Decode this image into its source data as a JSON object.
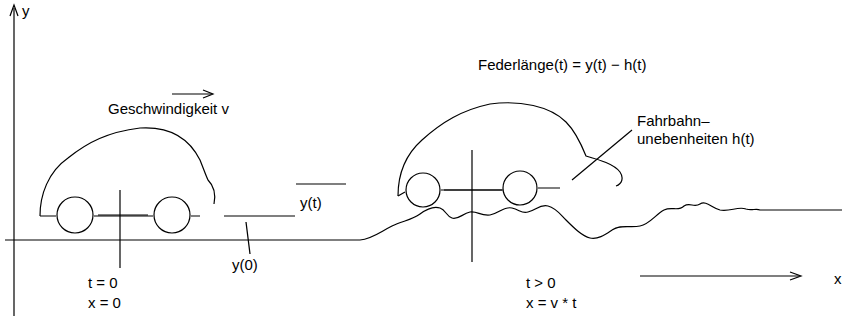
{
  "diagram": {
    "labels": [
      "y",
      "Federlänge(t) = y(t) − h(t)",
      "Geschwindigkeit v",
      "Fahrbahn– unebenheiten h(t)",
      "y(t)",
      "y(0)",
      "t = 0",
      "x = 0",
      "t > 0",
      "x = v * t",
      "x"
    ]
  }
}
